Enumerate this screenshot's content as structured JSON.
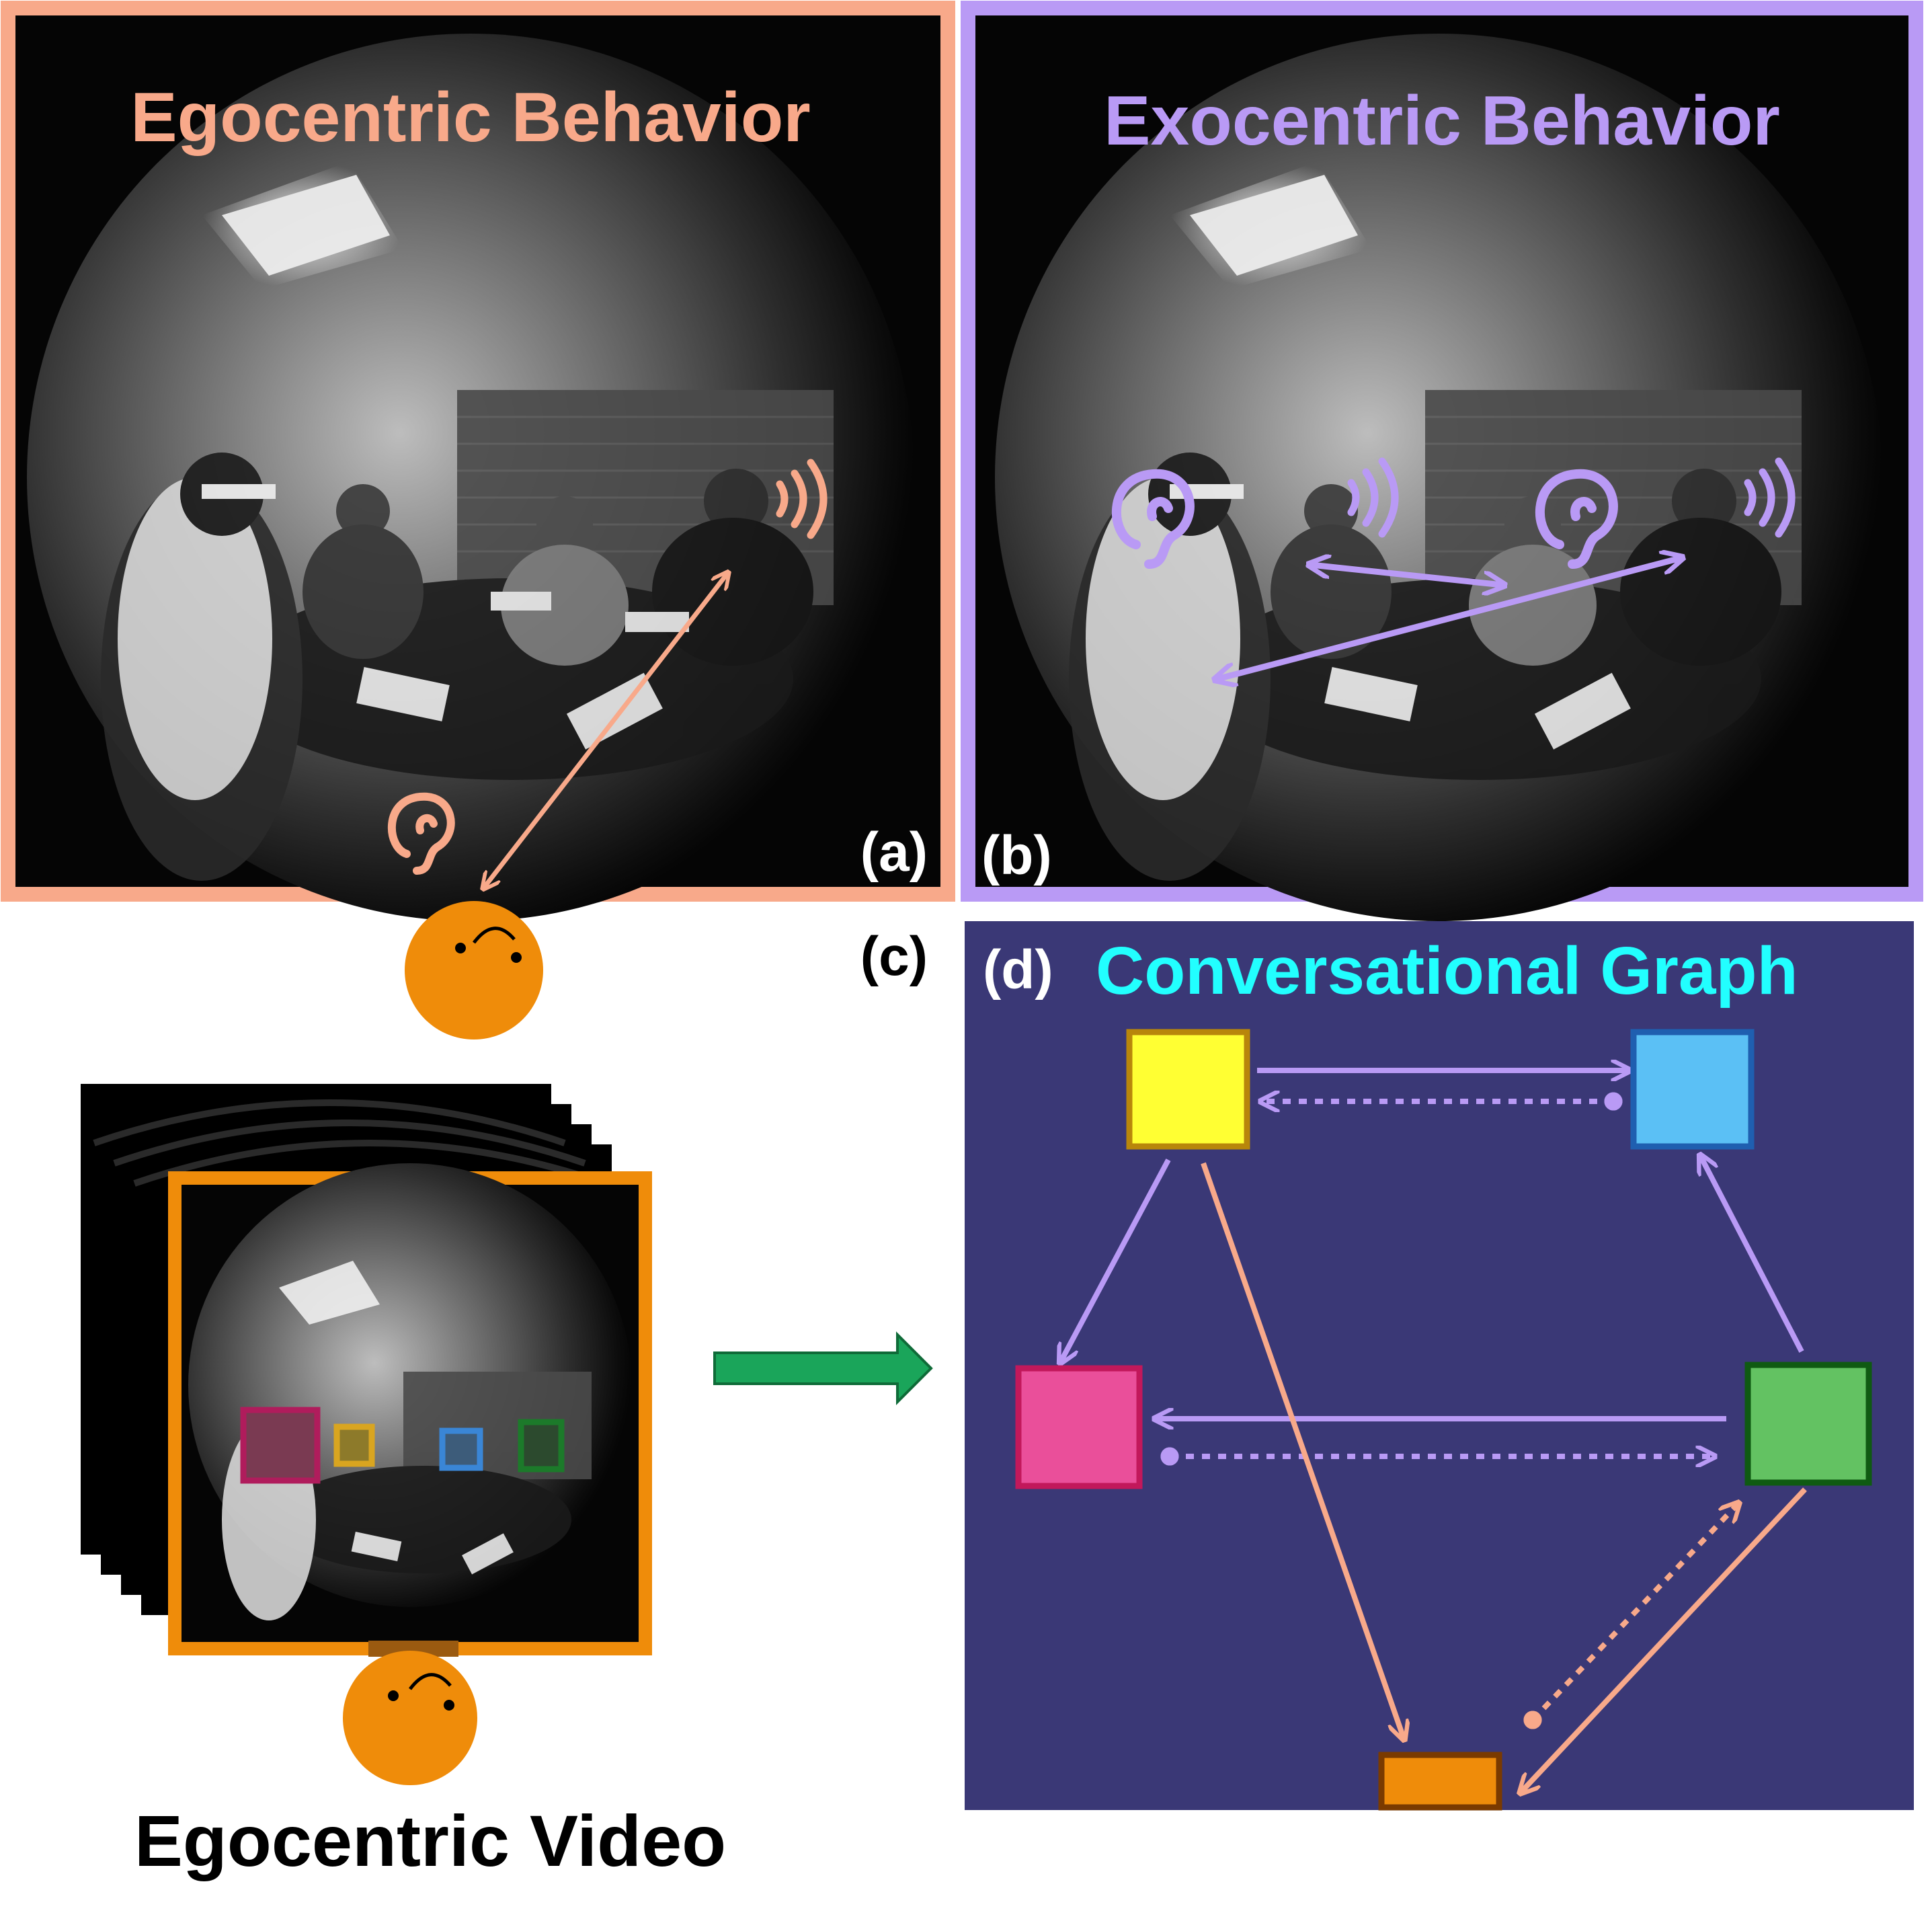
{
  "panel_a": {
    "title": "Egocentric Behavior",
    "tag": "(a)",
    "border_color": "#f8a98a",
    "title_color": "#f8a98a"
  },
  "panel_b": {
    "title": "Exocentric Behavior",
    "tag": "(b)",
    "border_color": "#b99af5",
    "title_color": "#b99af5"
  },
  "panel_c": {
    "tag": "(c)",
    "caption": "Egocentric Video",
    "frame_color": "#ef8c0a",
    "face_box_colors": [
      "#b01c5c",
      "#d9a520",
      "#3a86d6",
      "#1c7a2a"
    ],
    "wearer_color": "#ef8c0a"
  },
  "panel_d": {
    "tag": "(d)",
    "title": "Conversational Graph",
    "background": "#3a3876",
    "title_color": "#22ffff",
    "edge_colors": {
      "exocentric": "#b99af5",
      "egocentric": "#f8a98a"
    },
    "nodes": [
      {
        "id": "yellow",
        "fill": "#ffff33",
        "stroke": "#b8860b"
      },
      {
        "id": "blue",
        "fill": "#5bc0f5",
        "stroke": "#1f5fb0"
      },
      {
        "id": "pink",
        "fill": "#ea4f9a",
        "stroke": "#c2185b"
      },
      {
        "id": "green",
        "fill": "#63c262",
        "stroke": "#0f5a12"
      },
      {
        "id": "orange",
        "fill": "#ef8c0a",
        "stroke": "#7a3a00"
      }
    ]
  },
  "flow_arrow_color": "#1aa55a"
}
